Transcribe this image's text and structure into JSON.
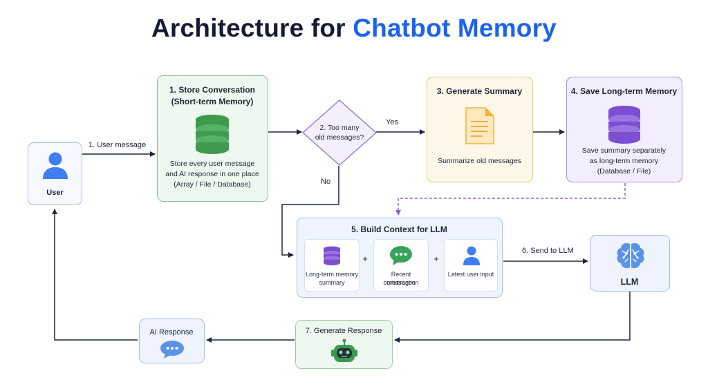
{
  "title": {
    "part1": "Architecture for",
    "part2": "Chatbot Memory"
  },
  "colors": {
    "title_dark": "#141a36",
    "title_blue": "#1a63f0",
    "green": "#5aa45f",
    "orange": "#f2b13c",
    "purple": "#8d62d6",
    "blue": "#8fb2e6"
  },
  "user": {
    "label": "User",
    "icon": "user-icon"
  },
  "edges": {
    "user_message": "1. User message",
    "yes": "Yes",
    "no": "No",
    "send_to_llm": "6. Send to LLM"
  },
  "store": {
    "title_line1": "1. Store Conversation",
    "title_line2": "(Short-term Memory)",
    "desc_line1": "Store every user message",
    "desc_line2": "and AI response in one place",
    "desc_line3": "(Array / File / Database)",
    "icon": "database-icon"
  },
  "decision": {
    "line1": "2. Too many",
    "line2": "old messages?"
  },
  "summary": {
    "title": "3. Generate Summary",
    "desc": "Summarize old messages",
    "icon": "document-icon"
  },
  "longterm": {
    "title": "4. Save Long-term Memory",
    "desc_line1": "Save summary separately",
    "desc_line2": "as long-term memory",
    "desc_line3": "(Database / File)",
    "icon": "database-icon"
  },
  "context": {
    "title": "5. Build Context for LLM",
    "plus": "+",
    "items": [
      {
        "line1": "Long-term memory",
        "line2": "summary",
        "icon": "database-icon"
      },
      {
        "line1": "Recent conversation",
        "line2": "messages",
        "icon": "chat-bubble-icon"
      },
      {
        "line1": "Latest user input",
        "line2": "",
        "icon": "user-icon"
      }
    ]
  },
  "llm": {
    "label": "LLM",
    "icon": "brain-icon"
  },
  "generate": {
    "title": "7. Generate Response",
    "icon": "robot-icon"
  },
  "ai_response": {
    "title": "AI Response",
    "icon": "chat-bubble-icon"
  }
}
